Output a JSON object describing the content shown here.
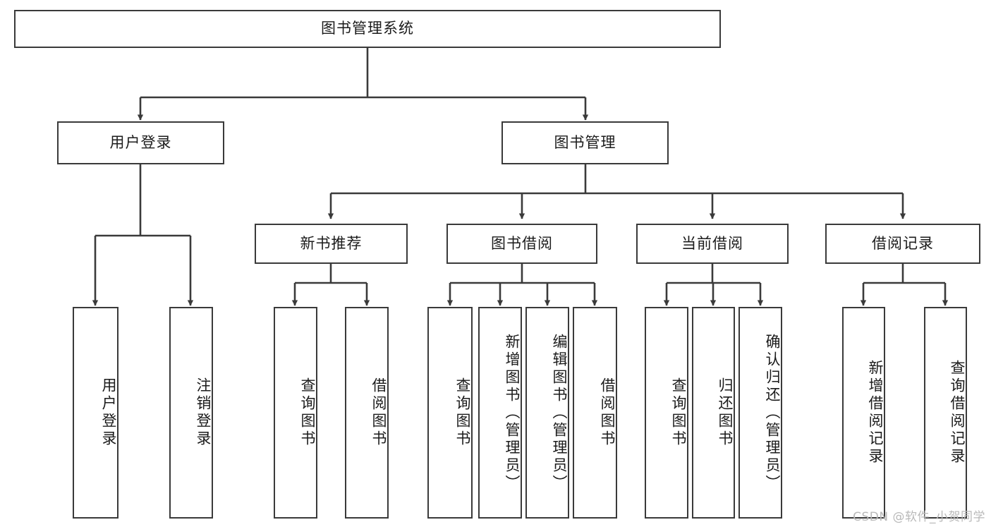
{
  "diagram": {
    "title": "图书管理系统",
    "type": "tree-hierarchy-chart",
    "watermark": "CSDN @软件_小贺同学",
    "colors": {
      "stroke": "#3a3a3a",
      "fill": "#ffffff",
      "text": "#1b1b1b",
      "watermark": "#b9b9b9"
    },
    "root": {
      "label": "图书管理系统"
    },
    "level1": [
      {
        "label": "用户登录"
      },
      {
        "label": "图书管理"
      }
    ],
    "level2": [
      {
        "label": "新书推荐"
      },
      {
        "label": "图书借阅"
      },
      {
        "label": "当前借阅"
      },
      {
        "label": "借阅记录"
      }
    ],
    "leaves": {
      "user_login": [
        {
          "label": "用户登录"
        },
        {
          "label": "注销登录"
        }
      ],
      "new_book_recommend": [
        {
          "label": "查询图书"
        },
        {
          "label": "借阅图书"
        }
      ],
      "book_borrow": [
        {
          "label": "查询图书"
        },
        {
          "label": "新增图书（管理员）"
        },
        {
          "label": "编辑图书（管理员）"
        },
        {
          "label": "借阅图书"
        }
      ],
      "current_borrow": [
        {
          "label": "查询图书"
        },
        {
          "label": "归还图书"
        },
        {
          "label": "确认归还（管理员）"
        }
      ],
      "borrow_record": [
        {
          "label": "新增借阅记录"
        },
        {
          "label": "查询借阅记录"
        }
      ]
    }
  }
}
